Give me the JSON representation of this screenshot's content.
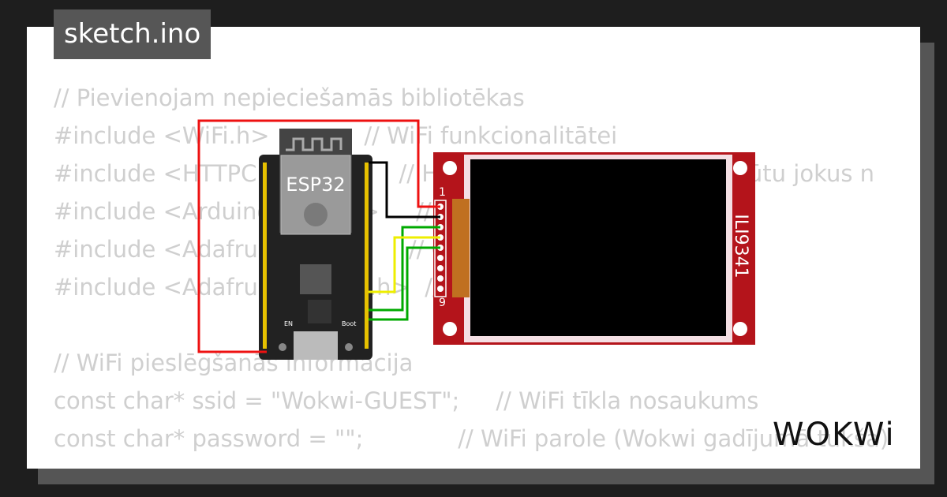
{
  "file_tab": {
    "label": "sketch.ino"
  },
  "code_lines": [
    "// Pievienojam nepieciešamās bibliotēkas",
    "#include <WiFi.h>             // WiFi funkcionalitātei",
    "#include <HTTPClient.h>       // HTTP pieprasījumiem, lai iegūtu jokus n",
    "#include <Arduino_JSON.h>     // JSON",
    "#include <Adafruit_GFX.h>     // Grafika",
    "#include <Adafruit_ILI9341.h>  // Displejs",
    "",
    "// WiFi pieslēgšanās informācija",
    "const char* ssid = \"Wokwi-GUEST\";     // WiFi tīkla nosaukums",
    "const char* password = \"\";             // WiFi parole (Wokwi gadījumā tukša)"
  ],
  "esp32": {
    "label": "ESP32",
    "en_label": "EN",
    "boot_label": "Boot"
  },
  "display": {
    "label": "ILI9341",
    "pin_first": "1",
    "pin_last": "9"
  },
  "brand": {
    "name": "WOKWi"
  },
  "colors": {
    "wire_red": "#e11",
    "wire_black": "#000",
    "wire_green": "#0a0",
    "wire_yellow": "#ee0",
    "display_red": "#b4141b"
  }
}
